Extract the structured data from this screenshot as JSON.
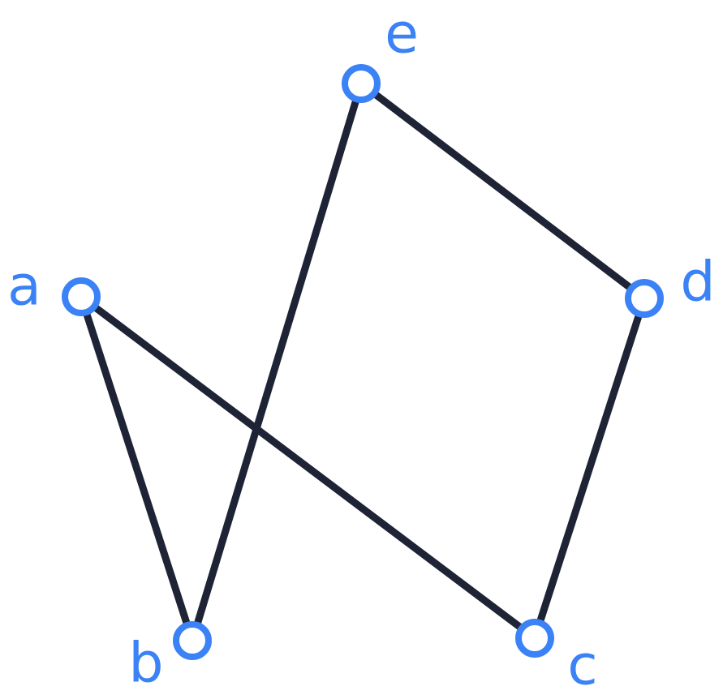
{
  "diagram": {
    "nodes": [
      {
        "id": "a",
        "label": "a"
      },
      {
        "id": "b",
        "label": "b"
      },
      {
        "id": "c",
        "label": "c"
      },
      {
        "id": "d",
        "label": "d"
      },
      {
        "id": "e",
        "label": "e"
      }
    ],
    "edges": [
      {
        "from": "a",
        "to": "b"
      },
      {
        "from": "a",
        "to": "c"
      },
      {
        "from": "b",
        "to": "e"
      },
      {
        "from": "e",
        "to": "d"
      },
      {
        "from": "d",
        "to": "c"
      }
    ],
    "colors": {
      "node": "#3b82f6",
      "edge": "#1e2335",
      "label": "#3b82f6"
    }
  }
}
